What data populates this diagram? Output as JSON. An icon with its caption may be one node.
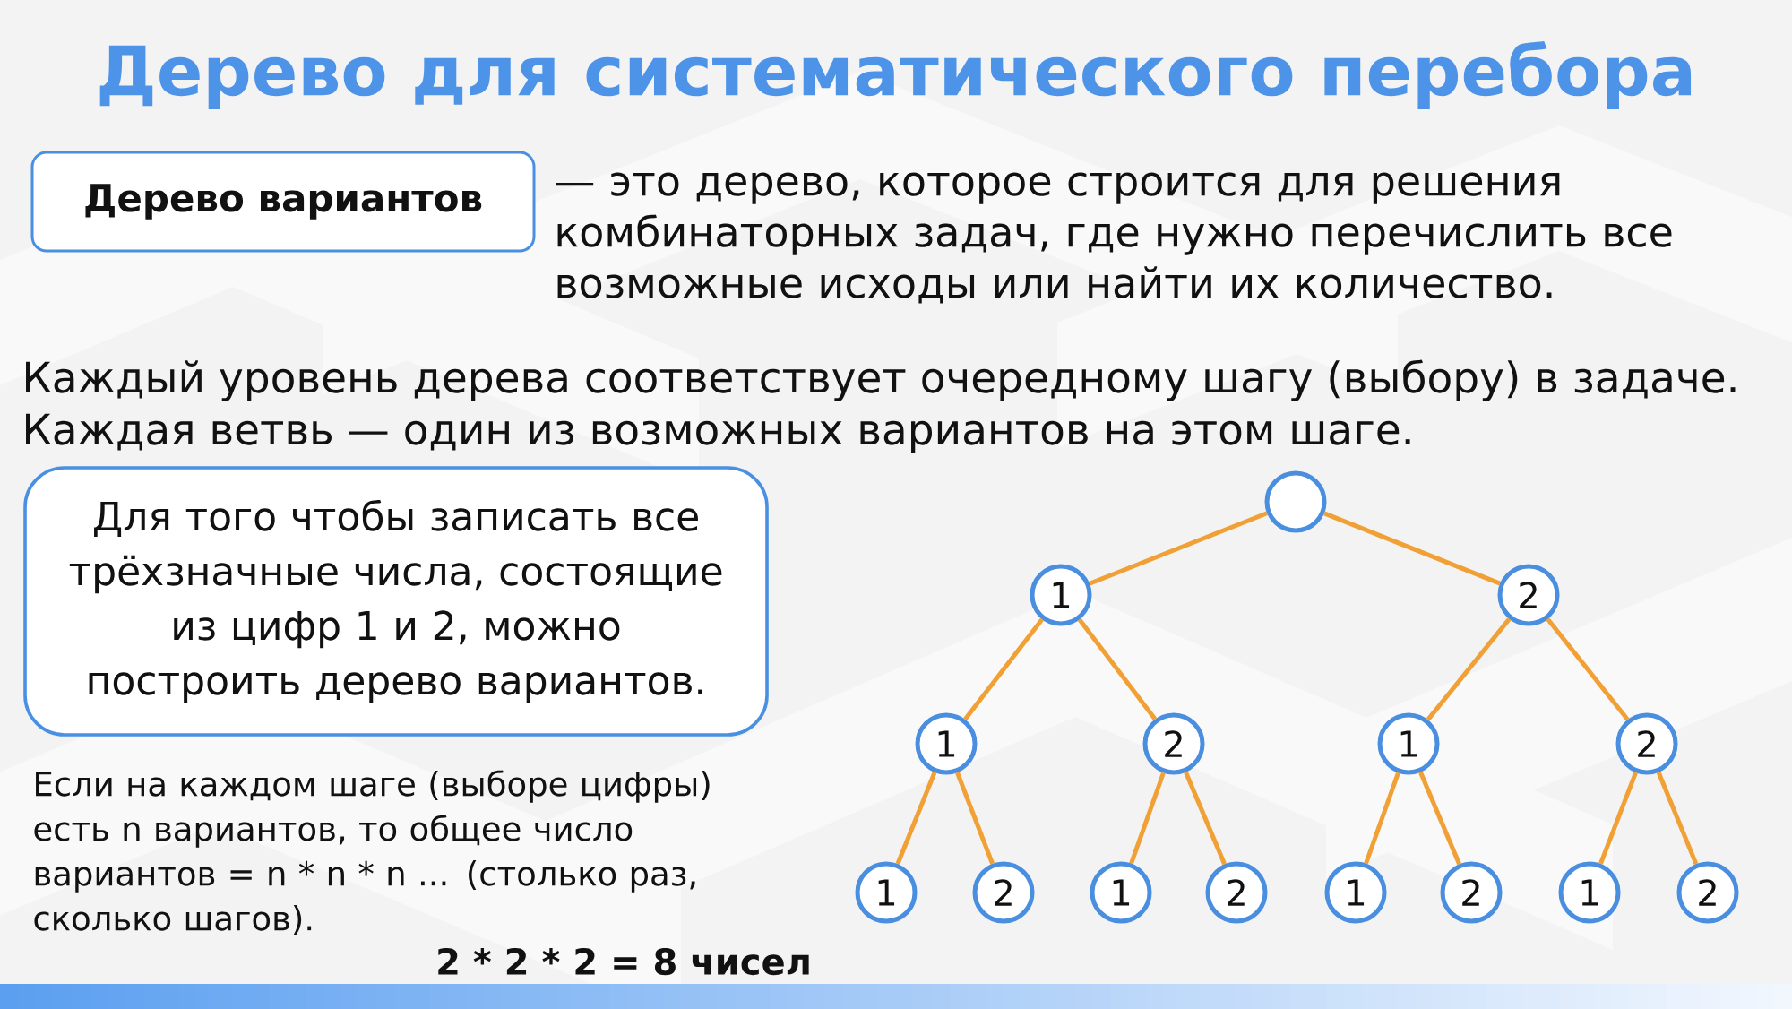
{
  "diagram": {
    "title": "Дерево для систематического перебора",
    "nodes": [
      {
        "text": [
          "Дерево вариантов"
        ],
        "beside": [
          "— это дерево, которое строится для решения комбинаторных задач, где нужно перечислить все возможные исходы или найти их количество."
        ]
      },
      {
        "text": [
          "Для того чтобы записать все трёхзначные числа, состоящие из цифр 1 и 2, можно построить дерево вариантов."
        ]
      },
      {
        "text": [],
        "shape": "circle"
      },
      {
        "text": [
          "1"
        ]
      },
      {
        "text": [
          "2"
        ]
      },
      {
        "text": [
          "1"
        ]
      },
      {
        "text": [
          "2"
        ]
      },
      {
        "text": [
          "1"
        ]
      },
      {
        "text": [
          "2"
        ]
      },
      {
        "text": [
          "1"
        ]
      },
      {
        "text": [
          "2"
        ]
      },
      {
        "text": [
          "1"
        ]
      },
      {
        "text": [
          "2"
        ]
      },
      {
        "text": [
          "1"
        ]
      },
      {
        "text": [
          "2"
        ]
      },
      {
        "text": [
          "1"
        ]
      },
      {
        "text": [
          "2"
        ]
      }
    ],
    "edges": [
      {
        "from": 2,
        "to": 3,
        "arrow": "none"
      },
      {
        "from": 2,
        "to": 4,
        "arrow": "none"
      },
      {
        "from": 3,
        "to": 5,
        "arrow": "none"
      },
      {
        "from": 3,
        "to": 6,
        "arrow": "none"
      },
      {
        "from": 4,
        "to": 7,
        "arrow": "none"
      },
      {
        "from": 4,
        "to": 8,
        "arrow": "none"
      },
      {
        "from": 5,
        "to": 9,
        "arrow": "none"
      },
      {
        "from": 5,
        "to": 10,
        "arrow": "none"
      },
      {
        "from": 6,
        "to": 11,
        "arrow": "none"
      },
      {
        "from": 6,
        "to": 12,
        "arrow": "none"
      },
      {
        "from": 7,
        "to": 13,
        "arrow": "none"
      },
      {
        "from": 7,
        "to": 14,
        "arrow": "none"
      },
      {
        "from": 8,
        "to": 15,
        "arrow": "none"
      },
      {
        "from": 8,
        "to": 16,
        "arrow": "none"
      }
    ],
    "labels": [
      "Каждый уровень дерева соответствует очередному шагу (выбору) в задаче.",
      "Каждая ветвь — один из возможных вариантов на этом шаге.",
      "Если на каждом шаге (выборе цифры) есть n вариантов, то общее число вариантов = n * n * n ... (столько раз, сколько шагов).",
      "2 * 2 * 2 = 8 чисел"
    ]
  }
}
